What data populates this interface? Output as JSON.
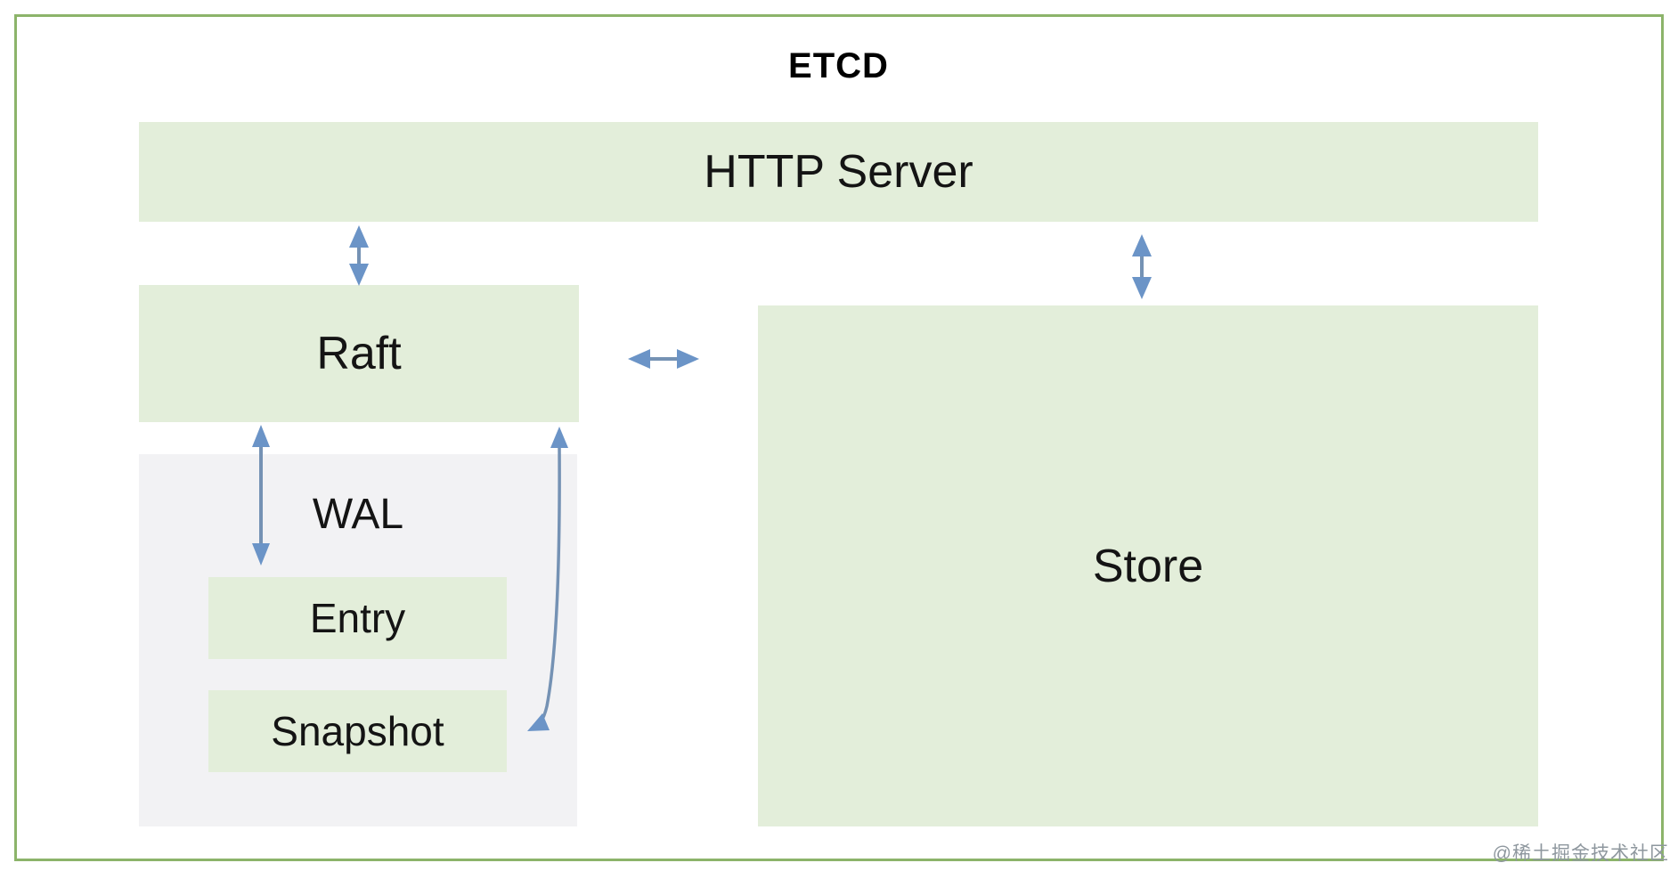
{
  "title": "ETCD",
  "watermark": "@稀土掘金技术社区",
  "nodes": {
    "http_server": {
      "label": "HTTP Server"
    },
    "raft": {
      "label": "Raft"
    },
    "store": {
      "label": "Store"
    },
    "wal": {
      "label": "WAL"
    },
    "entry": {
      "label": "Entry"
    },
    "snapshot": {
      "label": "Snapshot"
    }
  },
  "edges": [
    {
      "from": "HTTP Server",
      "to": "Raft",
      "direction": "bidirectional"
    },
    {
      "from": "HTTP Server",
      "to": "Store",
      "direction": "bidirectional"
    },
    {
      "from": "Raft",
      "to": "Store",
      "direction": "bidirectional"
    },
    {
      "from": "Raft",
      "to": "WAL",
      "direction": "bidirectional"
    },
    {
      "from": "Raft",
      "to": "Snapshot",
      "direction": "bidirectional"
    }
  ],
  "colors": {
    "box_fill": "#e3eeda",
    "wal_fill": "#f2f2f4",
    "frame_border": "#8cb46a",
    "arrow_head": "#6b94c7",
    "arrow_shaft": "#7592b4",
    "text_color": "#141414",
    "title_color": "#000000",
    "watermark_color": "#8e979e",
    "canvas_bg": "#ffffff"
  }
}
